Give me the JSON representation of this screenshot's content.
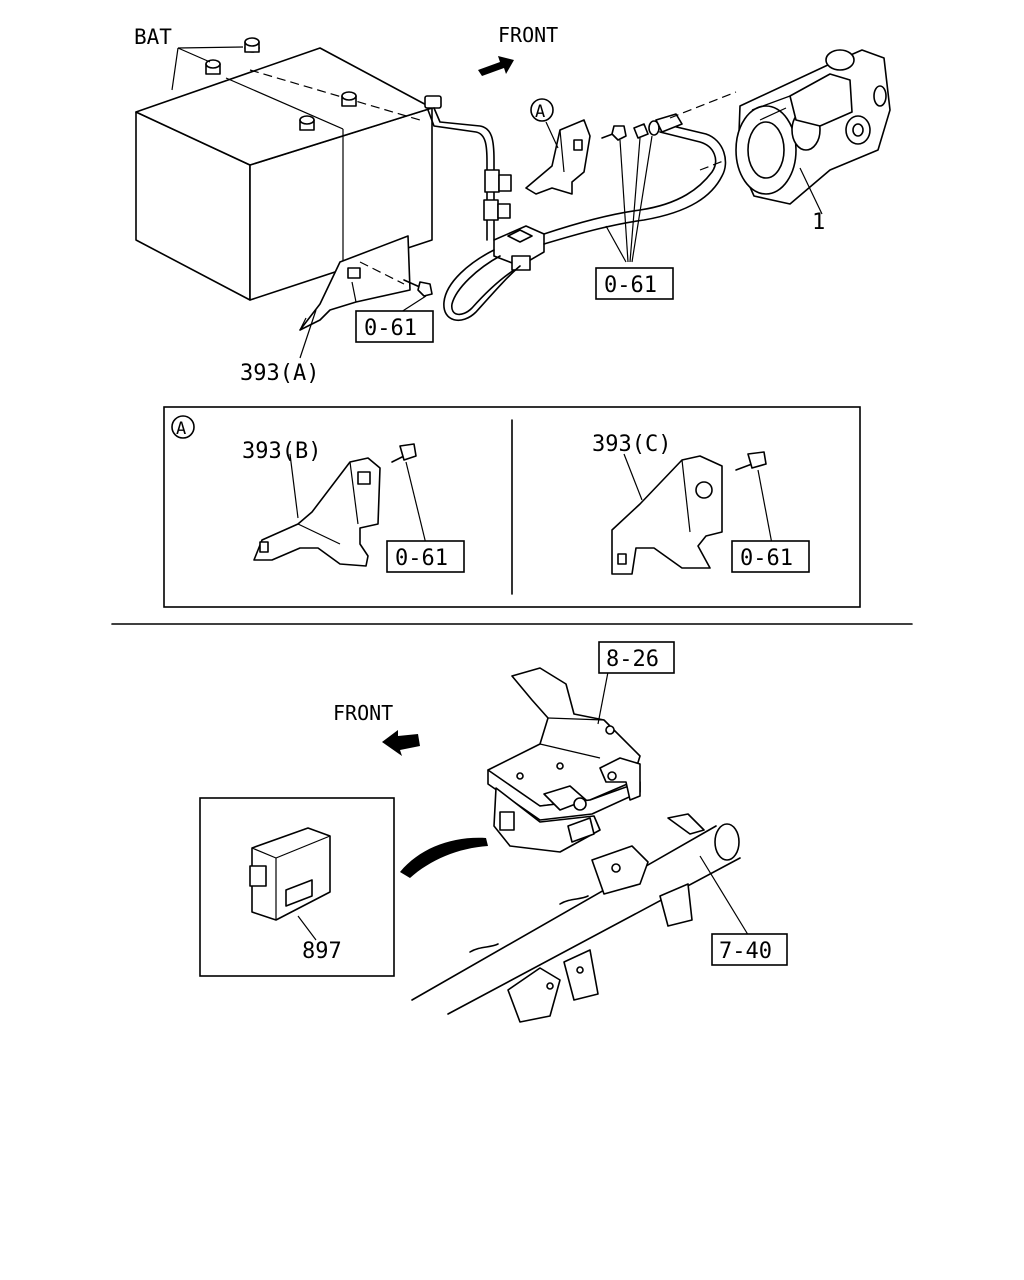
{
  "top_section": {
    "battery_label": "BAT",
    "front_label": "FRONT",
    "starter_callout": "1",
    "ref_bolt_upper": "0-61",
    "ref_bolt_lower": "0-61",
    "bracket_a_label": "393(A)",
    "detail_marker": "A",
    "detail_marker_inset": "A"
  },
  "detail_panel": {
    "left": {
      "part_label": "393(B)",
      "ref": "0-61"
    },
    "right": {
      "part_label": "393(C)",
      "ref": "0-61"
    }
  },
  "bottom_section": {
    "front_label": "FRONT",
    "ref_bracket": "8-26",
    "ref_frame": "7-40",
    "control_unit_label": "897"
  }
}
